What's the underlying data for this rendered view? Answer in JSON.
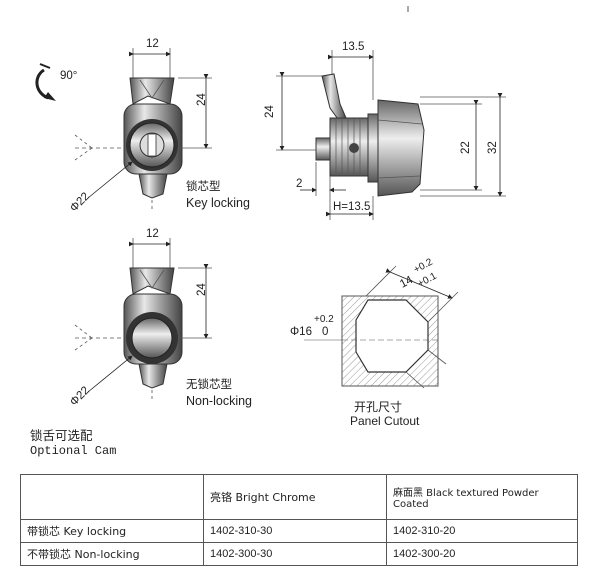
{
  "labels": {
    "dim_12_top": "12",
    "dim_24_top": "24",
    "dim_phi22_top": "Φ22",
    "rot_90": "90°",
    "key_locking_cn": "锁芯型",
    "key_locking_en": "Key locking",
    "dim_13_5": "13.5",
    "dim_24_side": "24",
    "dim_22_side": "22",
    "dim_32_side": "32",
    "dim_2_side": "2",
    "dim_h": "H=13.5",
    "dim_12_bot": "12",
    "dim_24_bot": "24",
    "dim_phi22_bot": "Φ22",
    "non_locking_cn": "无锁芯型",
    "non_locking_en": "Non-locking",
    "cut_14": "14",
    "cut_plus02_a": "+0.2",
    "cut_plus01": "+0.1",
    "cut_plus02_b": "+0.2",
    "cut_phi16": "Φ16",
    "cut_zero": "0",
    "panel_cutout_cn": "开孔尺寸",
    "panel_cutout_en": "Panel Cutout",
    "optional_cam_cn": "锁舌可选配",
    "optional_cam_en": "Optional Cam"
  },
  "table": {
    "header": [
      "",
      "亮铬 Bright Chrome",
      "麻面黑 Black textured Powder Coated"
    ],
    "rows": [
      [
        "带锁芯 Key locking",
        "1402-310-30",
        "1402-310-20"
      ],
      [
        "不带锁芯 Non-locking",
        "1402-300-30",
        "1402-300-20"
      ]
    ]
  }
}
